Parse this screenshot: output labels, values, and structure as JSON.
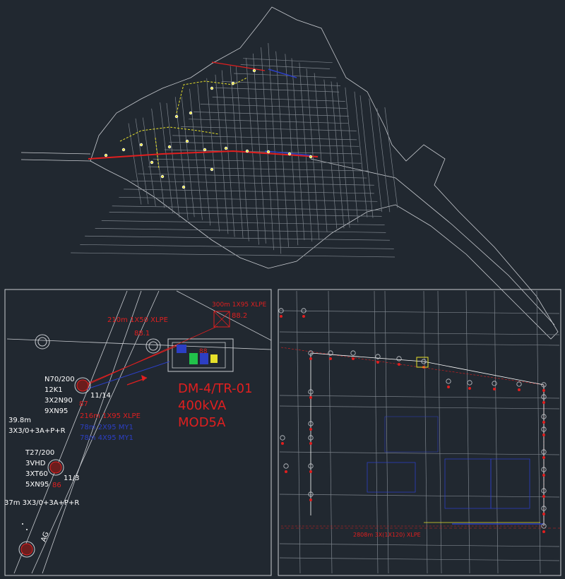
{
  "colors": {
    "background": "#212830",
    "streets": "#c9ccd1",
    "cable_red": "#e01f1f",
    "cable_blue": "#2c3fc4",
    "text_white": "#ffffff",
    "highlight_yellow": "#e6e02a",
    "highlight_green": "#21c24a"
  },
  "left_detail": {
    "cable_top_right": "300m 1X95 XLPE",
    "node_top_right": "88.2",
    "cable_top_left": "210m 1X50 XLPE",
    "node_top_left": "88.1",
    "substation_number": "88",
    "substation_name": "DM-4/TR-01",
    "substation_power": "400kVA",
    "substation_model": "MOD5A",
    "pole_1": {
      "lines": [
        "N70/200",
        "12K1",
        "3X2N90",
        "9XN95"
      ],
      "id": "11/14",
      "number": "87"
    },
    "cable_mid_red": "216m 1X95 XLPE",
    "cable_mid_blue_1": "78m 2X95 MY1",
    "cable_mid_blue_2": "78m 4X95 MY1",
    "span_1_length": "39.8m",
    "span_1_spec": "3X3/0+3A+P+R",
    "pole_2": {
      "lines": [
        "T27/200",
        "3VHD",
        "3XT60",
        "5XN95"
      ],
      "id": "11/3",
      "number": "86"
    },
    "span_2": "37m  3X3/0+3A+P+R",
    "label_ag": "AG"
  },
  "right_detail": {
    "bottom_cable": "2808m 3X(1X120) XLPE"
  }
}
